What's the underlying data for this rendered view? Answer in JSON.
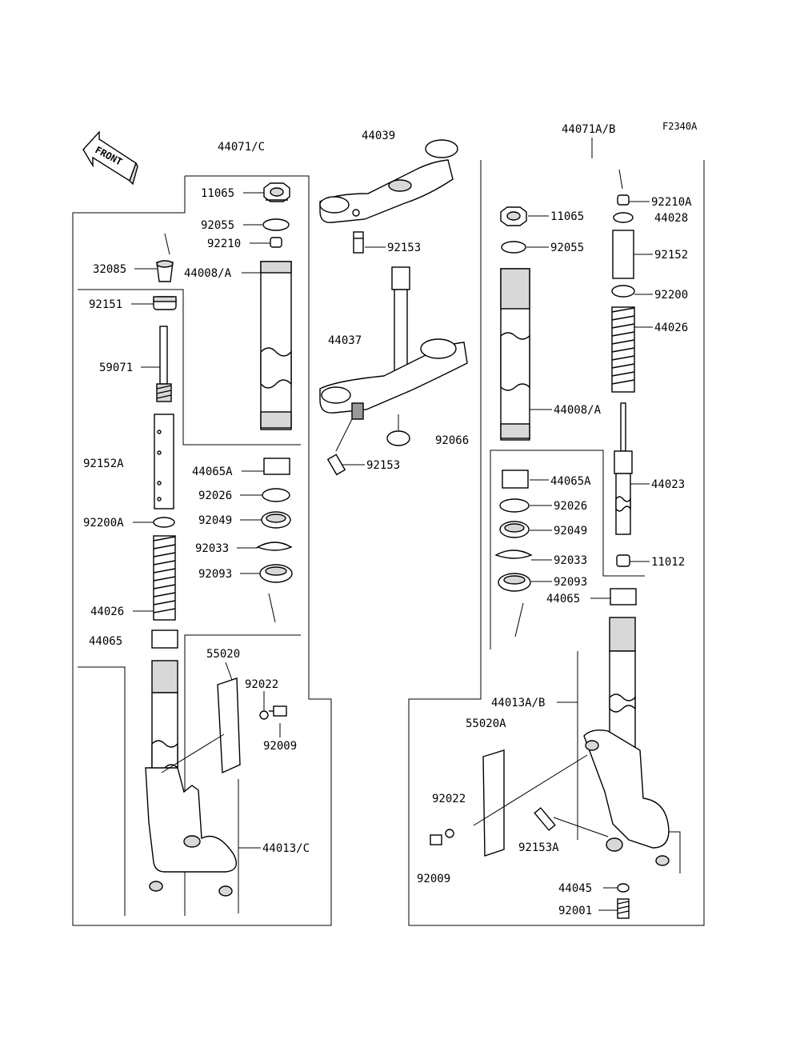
{
  "ref_code": "F2340A",
  "front_label": "FRONT",
  "group_labels": {
    "left_fork": "44071/C",
    "right_fork": "44071A/B",
    "upper_bracket": "44039",
    "lower_bracket": "44037"
  },
  "callouts": {
    "c11065L": "11065",
    "c92055L": "92055",
    "c92210L": "92210",
    "c32085": "32085",
    "c44008L": "44008/A",
    "c92151": "92151",
    "c59071": "59071",
    "c92152A": "92152A",
    "c92200A": "92200A",
    "c44026L": "44026",
    "c44065L": "44065",
    "c44065AL": "44065A",
    "c92026L": "92026",
    "c92049L": "92049",
    "c92033L": "92033",
    "c92093L": "92093",
    "c55020": "55020",
    "c92022L": "92022",
    "c92009L": "92009",
    "c44013C": "44013/C",
    "c92153a": "92153",
    "c92153b": "92153",
    "c92066": "92066",
    "c11065R": "11065",
    "c92055R": "92055",
    "c44008R": "44008/A",
    "c44065AR": "44065A",
    "c92026R": "92026",
    "c92049R": "92049",
    "c92033R": "92033",
    "c92093R": "92093",
    "c44065R": "44065",
    "c92210A": "92210A",
    "c44028": "44028",
    "c92152": "92152",
    "c92200": "92200",
    "c44026R": "44026",
    "c44023": "44023",
    "c11012": "11012",
    "c44013AB": "44013A/B",
    "c55020A": "55020A",
    "c92022R": "92022",
    "c92009R": "92009",
    "c92153A": "92153A",
    "c44045": "44045",
    "c92001": "92001"
  }
}
